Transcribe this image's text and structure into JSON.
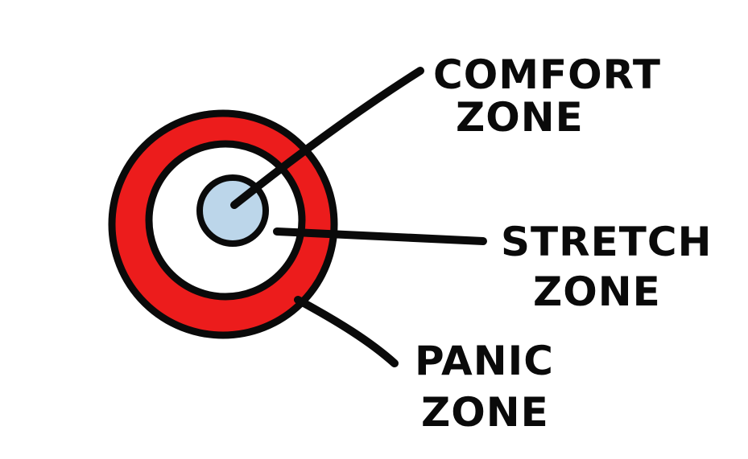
{
  "zones": [
    {
      "key": "comfort",
      "line1": "COMFORT",
      "line2": "ZONE",
      "fill": "#bcd6ea"
    },
    {
      "key": "stretch",
      "line1": "STRETCH",
      "line2": "ZONE",
      "fill": "#ffffff"
    },
    {
      "key": "panic",
      "line1": "PANIC",
      "line2": "ZONE",
      "fill": "#ec1c1c"
    }
  ],
  "colors": {
    "ink": "#0a0a0a",
    "background": "#ffffff"
  }
}
